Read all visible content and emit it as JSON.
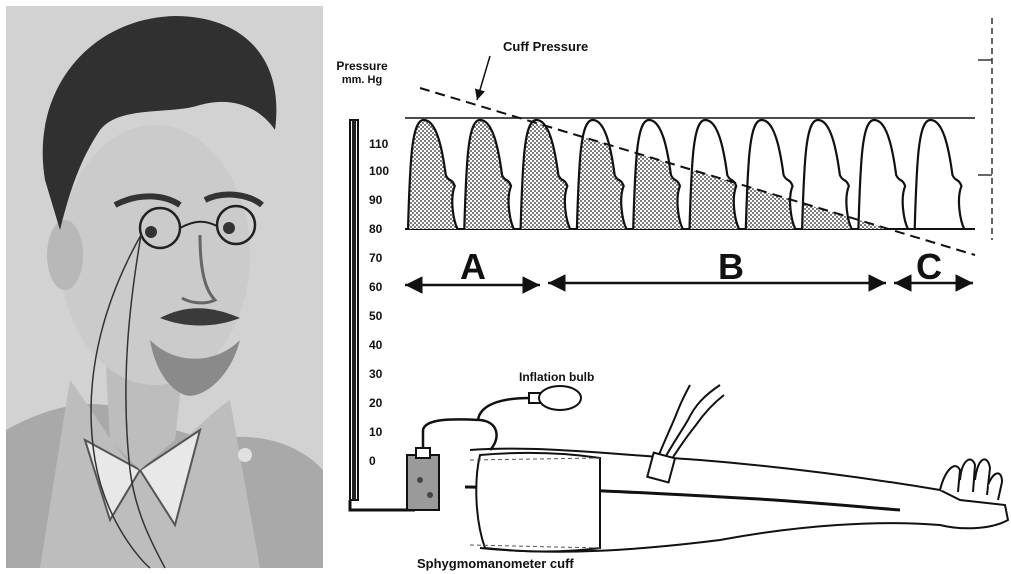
{
  "diagram": {
    "pressure_axis_label_line1": "Pressure",
    "pressure_axis_label_line2": "mm. Hg",
    "pressure_ticks": [
      "110",
      "100",
      "90",
      "80",
      "70",
      "60",
      "50",
      "40",
      "30",
      "20",
      "10",
      "0"
    ],
    "cuff_pressure_label": "Cuff Pressure",
    "inflation_bulb_label": "Inflation bulb",
    "cuff_label": "Sphygmomanometer cuff",
    "phase_labels": [
      "A",
      "B",
      "C"
    ],
    "pulse_wave_count": 10
  }
}
